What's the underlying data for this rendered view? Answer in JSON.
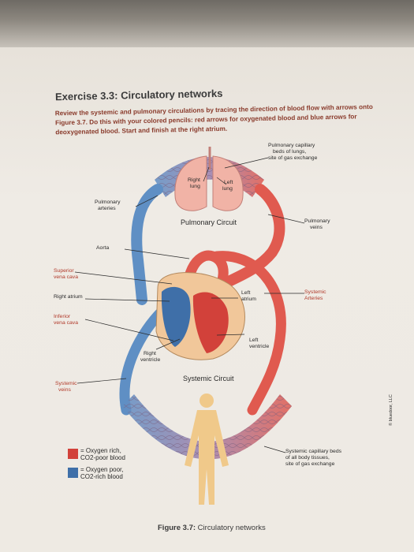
{
  "exercise_title": "Exercise 3.3: Circulatory networks",
  "instructions": "Review the systemic and pulmonary circulations by tracing the direction of blood flow with arrows onto Figure 3.7. Do this with your colored pencils: red arrows for oxygenated blood and blue arrows for deoxygenated blood. Start and finish at the right atrium.",
  "labels": {
    "pulmonary_capillary_1": "Pulmonary capillary",
    "pulmonary_capillary_2": "beds of lungs,",
    "pulmonary_capillary_3": "site of gas exchange",
    "right_lung_1": "Right",
    "right_lung_2": "lung",
    "left_lung_1": "Left",
    "left_lung_2": "lung",
    "pulmonary_arteries_1": "Pulmonary",
    "pulmonary_arteries_2": "arteries",
    "pulmonary_circuit": "Pulmonary Circuit",
    "pulmonary_veins_1": "Pulmonary",
    "pulmonary_veins_2": "veins",
    "aorta": "Aorta",
    "svc_1": "Superior",
    "svc_2": "vena cava",
    "right_atrium": "Right atrium",
    "ivc_1": "Inferior",
    "ivc_2": "vena cava",
    "left_atrium_1": "Left",
    "left_atrium_2": "atrium",
    "systemic_arteries_1": "Systemic",
    "systemic_arteries_2": "Arteries",
    "left_ventricle_1": "Left",
    "left_ventricle_2": "ventricle",
    "right_ventricle_1": "Right",
    "right_ventricle_2": "ventricle",
    "systemic_circuit": "Systemic Circuit",
    "systemic_veins_1": "Systemic",
    "systemic_veins_2": "veins",
    "systemic_capillary_1": "Systemic capillary beds",
    "systemic_capillary_2": "of all body tissues,",
    "systemic_capillary_3": "site of gas exchange",
    "copyright": "© bluedoor, LLC"
  },
  "legend": [
    {
      "line1": "= Oxygen rich,",
      "line2": "CO2-poor blood",
      "color": "#d2413a"
    },
    {
      "line1": "= Oxygen poor,",
      "line2": "CO2-rich blood",
      "color": "#3f6fa8"
    }
  ],
  "caption_bold": "Figure 3.7:",
  "caption_rest": " Circulatory networks",
  "colors": {
    "oxygen_rich": "#e05a4f",
    "oxygen_poor": "#5f8fc4",
    "body": "#f0c98a",
    "lung": "#f1b3a6"
  }
}
